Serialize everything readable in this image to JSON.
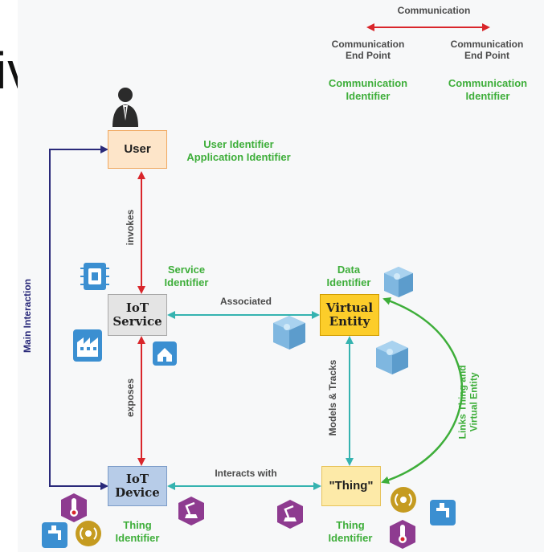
{
  "slide": {
    "title_fragment": "iva?"
  },
  "legend": {
    "title": "Communication",
    "left_end": "Communication\nEnd Point",
    "right_end": "Communication\nEnd Point",
    "left_id": "Communication\nIdentifier",
    "right_id": "Communication\nIdentifier"
  },
  "nodes": {
    "user": "User",
    "iot_service": "IoT\nService",
    "virtual_entity": "Virtual\nEntity",
    "iot_device": "IoT\nDevice",
    "thing": "\"Thing\""
  },
  "labels": {
    "user_id": "User Identifier\nApplication Identifier",
    "service_id": "Service\nIdentifier",
    "data_id": "Data\nIdentifier",
    "thing_id_left": "Thing\nIdentifier",
    "thing_id_right": "Thing\nIdentifier"
  },
  "edges": {
    "invokes": "invokes",
    "associated": "Associated",
    "exposes": "exposes",
    "models_tracks": "Models & Tracks",
    "interacts_with": "Interacts with",
    "main_interaction": "Main Interaction",
    "links": "Links Thing and\nVirtual Entity"
  },
  "colors": {
    "red": "#d9262b",
    "teal": "#35b3b0",
    "navy": "#2a2a7a",
    "green": "#3eae3a",
    "user_fill": "#fde5c9",
    "service_fill": "#e4e4e4",
    "ve_fill": "#fccd2a",
    "device_fill": "#b7cce8",
    "thing_fill": "#fdeaa8"
  }
}
